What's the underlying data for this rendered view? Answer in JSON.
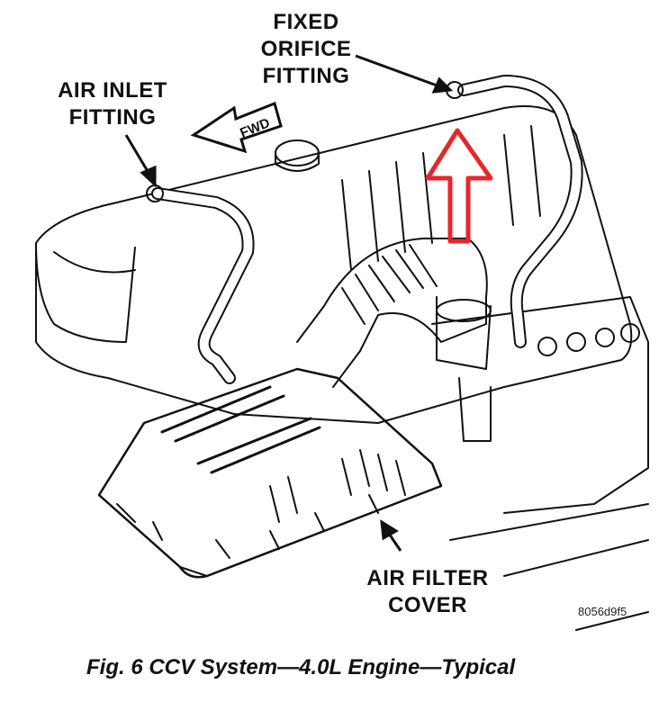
{
  "labels": {
    "fixed_orifice_fitting": [
      "FIXED",
      "ORIFICE",
      "FITTING"
    ],
    "air_inlet_fitting": [
      "AIR INLET",
      "FITTING"
    ],
    "air_filter_cover": [
      "AIR FILTER",
      "COVER"
    ],
    "fwd": "FWD"
  },
  "figure_code": "8056d9f5",
  "caption": "Fig. 6 CCV System—4.0L Engine—Typical",
  "colors": {
    "highlight_arrow": "#e8262a",
    "line": "#111111"
  }
}
